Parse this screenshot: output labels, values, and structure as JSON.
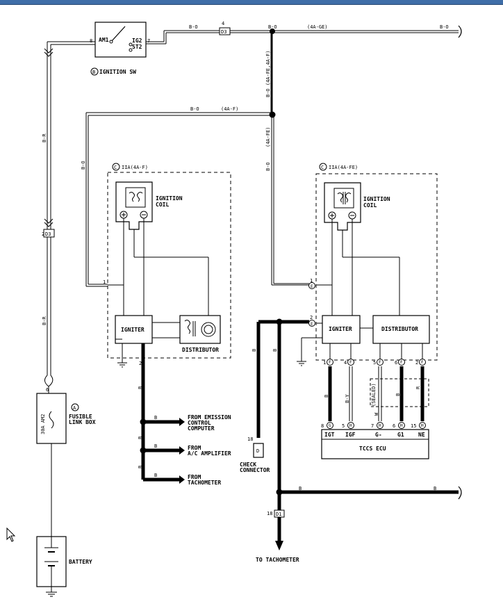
{
  "labels": {
    "ignition_sw": "IGNITION SW",
    "ign_sw_am1": "AM1",
    "ign_sw_ig2": "IG2",
    "ign_sw_st2": "ST2",
    "ign_sw_pin_left": "8",
    "ign_sw_pin_right": "7",
    "ign_sw_ref": "B",
    "wire_bo_top1": "B-O",
    "wire_bo_top2": "B-O",
    "wire_bo_top_right": "B-O",
    "wire_4age": "(4A-GE)",
    "connector_d3_top": "D3",
    "connector_d3_top_pin": "4",
    "wire_vert_4afe": "B-O (4A-FE,4A-F)",
    "wire_bo_mid": "B-O",
    "wire_4af_mid": "(4A-F)",
    "wire_vert_4afe2": "(4A-FE)",
    "wire_vert_bo2": "B-O",
    "wire_br_left": "B-R",
    "wire_bo_left": "B-O",
    "connector_d3_left": "D3",
    "connector_d3_left_pin": "2",
    "wire_br_left2": "B-R",
    "iia_4af": "IIA(4A-F)",
    "iia_4afe": "IIA(4A-FE)",
    "iia_ref": "C",
    "ignition_coil_left_l1": "IGNITION",
    "ignition_coil_left_l2": "COIL",
    "ignition_coil_right_l1": "IGNITION",
    "ignition_coil_right_l2": "COIL",
    "igniter_left": "IGNITER",
    "distributor_left": "DISTRIBUTOR",
    "igniter_right": "IGNITER",
    "distributor_right": "DISTRIBUTOR",
    "pin_1_left": "1",
    "pin_2_left": "2",
    "pin_1_right": "1",
    "pin_2_right": "2",
    "conn_e": "E",
    "wire_b_igniter_left": "B",
    "from_emission_l1": "FROM EMISSION",
    "from_emission_l2": "CONTROL",
    "from_emission_l3": "COMPUTER",
    "from_ac_l1": "FROM",
    "from_ac_l2": "A/C AMPLIFIER",
    "from_tach_l1": "FROM",
    "from_tach_l2": "TACHOMETER",
    "wire_b1": "B",
    "wire_b2": "B",
    "wire_b3": "B",
    "wire_b_v1": "B",
    "wire_b_v2": "B",
    "fusible_ref": "A",
    "fusible_l1": "FUSIBLE",
    "fusible_l2": "LINK BOX",
    "fusible_fuse": "30A AM2",
    "fusible_pin": "6",
    "battery": "BATTERY",
    "check_pin": "18",
    "check_ref": "D",
    "check_l1": "CHECK",
    "check_l2": "CONNECTOR",
    "wire_b_check": "B",
    "wire_b_right_top": "B",
    "wire_b_long1": "B",
    "wire_b_long2": "B",
    "d1_pin": "18",
    "d1": "D1",
    "to_tach": "TO TACHOMETER",
    "ecu_title": "TCCS ECU",
    "ecu_pins": [
      "IGT",
      "IGF",
      "G-",
      "G1",
      "NE"
    ],
    "ecu_nums": [
      "8",
      "5",
      "7",
      "6",
      "15"
    ],
    "ecu_conn": [
      "G",
      "H",
      "H",
      "H",
      "H"
    ],
    "top_pins": [
      "1",
      "4",
      "5",
      "6",
      "2"
    ],
    "top_conn": [
      "F",
      "F",
      "F",
      "F",
      "F"
    ],
    "wire_ecu_b": "B",
    "wire_ecu_by": "B-Y",
    "wire_ecu_w": "W",
    "wire_ecu_r": "R",
    "wire_ecu_b2": "B",
    "sealed": "(SEALED)"
  },
  "colors": {
    "line": "#000000",
    "topbar": "#3f6ea8"
  }
}
